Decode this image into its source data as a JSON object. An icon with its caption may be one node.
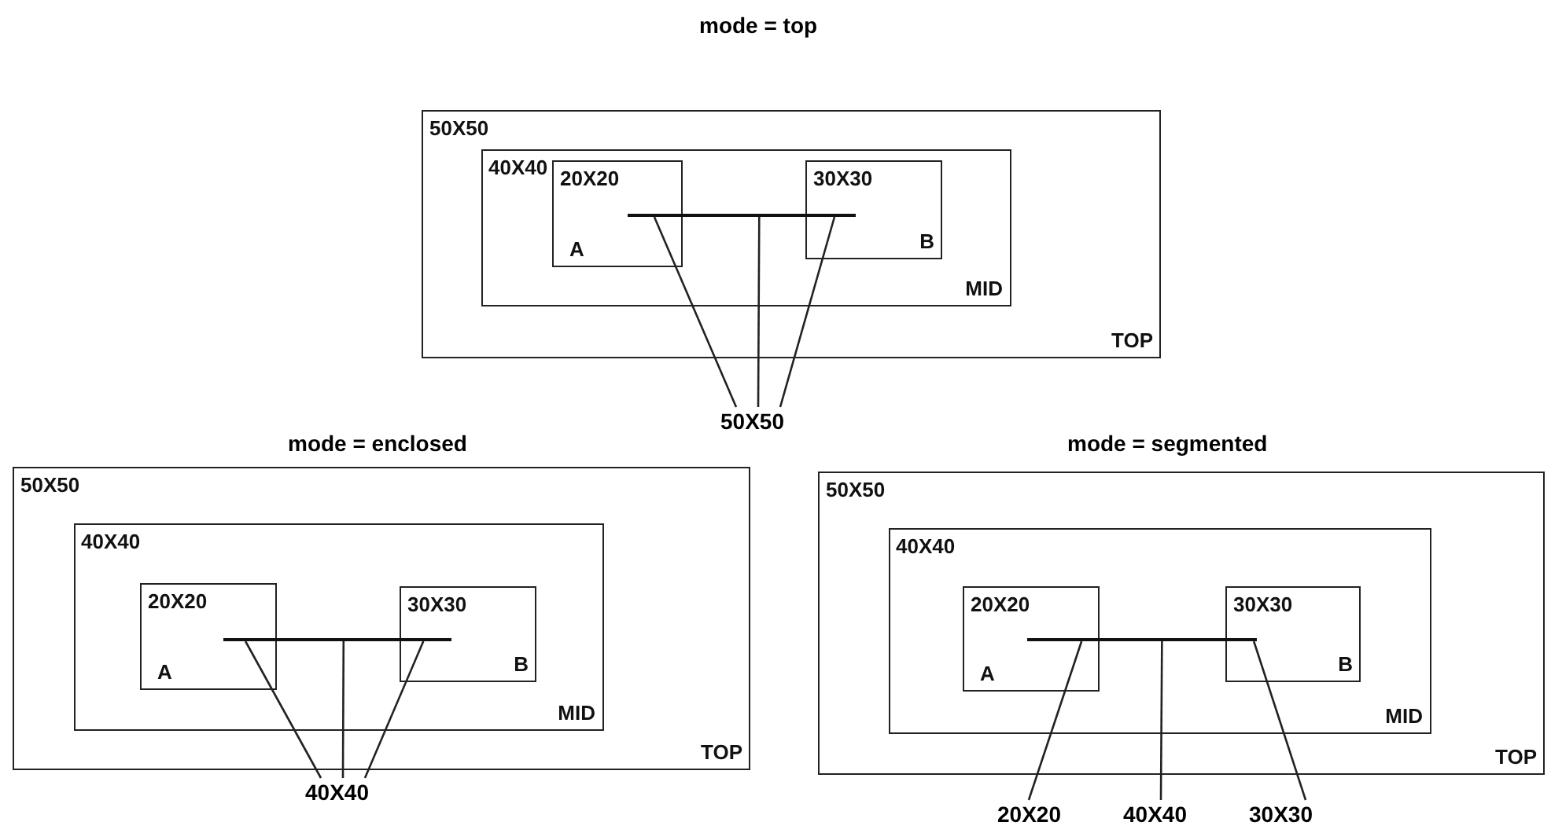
{
  "diagram": {
    "nodes": [
      {
        "text": [
          "50X50",
          "TOP"
        ]
      },
      {
        "text": [
          "40X40",
          "MID"
        ],
        "in": 0
      },
      {
        "text": [
          "20X20",
          "A"
        ],
        "in": 1
      },
      {
        "text": [
          "30X30",
          "B"
        ],
        "in": 1
      },
      {
        "text": [],
        "shape": "line",
        "in": 1
      },
      {
        "text": [
          "50X50"
        ]
      },
      {
        "text": [
          "50X50",
          "TOP"
        ]
      },
      {
        "text": [
          "40X40",
          "MID"
        ],
        "in": 6
      },
      {
        "text": [
          "20X20",
          "A"
        ],
        "in": 7
      },
      {
        "text": [
          "30X30",
          "B"
        ],
        "in": 7
      },
      {
        "text": [],
        "shape": "line",
        "in": 7
      },
      {
        "text": [
          "40X40"
        ]
      },
      {
        "text": [
          "50X50",
          "TOP"
        ]
      },
      {
        "text": [
          "40X40",
          "MID"
        ],
        "in": 12
      },
      {
        "text": [
          "20X20",
          "A"
        ],
        "in": 13
      },
      {
        "text": [
          "30X30",
          "B"
        ],
        "in": 13
      },
      {
        "text": [],
        "shape": "line",
        "in": 13
      },
      {
        "text": [
          "20X20"
        ]
      },
      {
        "text": [
          "40X40"
        ]
      },
      {
        "text": [
          "30X30"
        ]
      }
    ],
    "edges": [
      {
        "from": 5,
        "to": 4,
        "arrow": "none"
      },
      {
        "from": 5,
        "to": 4,
        "arrow": "none"
      },
      {
        "from": 5,
        "to": 4,
        "arrow": "none"
      },
      {
        "from": 11,
        "to": 10,
        "arrow": "none"
      },
      {
        "from": 11,
        "to": 10,
        "arrow": "none"
      },
      {
        "from": 11,
        "to": 10,
        "arrow": "none"
      },
      {
        "from": 17,
        "to": 16,
        "arrow": "none"
      },
      {
        "from": 18,
        "to": 16,
        "arrow": "none"
      },
      {
        "from": 19,
        "to": 16,
        "arrow": "none"
      }
    ],
    "labels": [
      "mode = top",
      "mode = enclosed",
      "mode = segmented"
    ]
  }
}
